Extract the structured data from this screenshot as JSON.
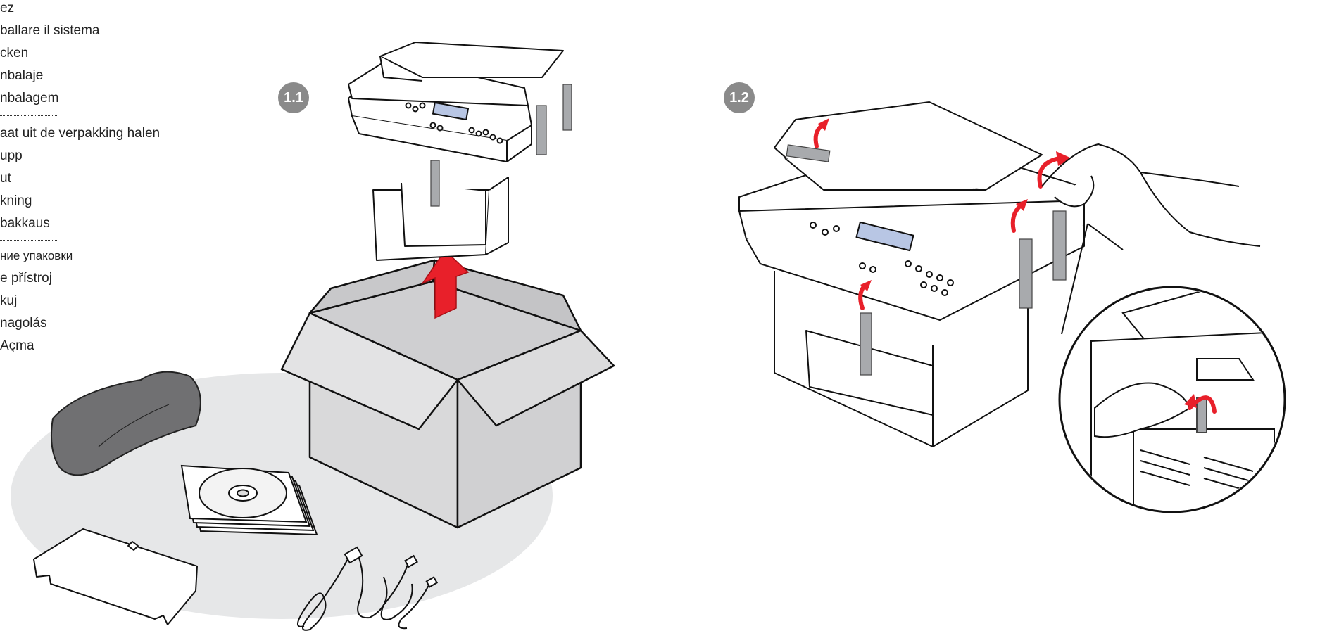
{
  "languages": [
    "ez",
    "ballare il sistema",
    "cken",
    "nbalaje",
    "nbalagem",
    "aat uit de verpakking halen",
    " upp",
    "ut",
    "kning",
    "bakkaus",
    "ние упаковки",
    "e přístroj",
    "kuj",
    "nagolás",
    " Açma"
  ],
  "steps": [
    {
      "label": "1.1"
    },
    {
      "label": "1.2"
    }
  ],
  "colors": {
    "arrow_red": "#e8202a",
    "box_gray": "#d8d8d9",
    "floor_gray": "#e6e7e8",
    "tape_gray": "#a8aaad",
    "badge_gray": "#8a8a8a",
    "lcd_blue": "#b8c6e4"
  }
}
